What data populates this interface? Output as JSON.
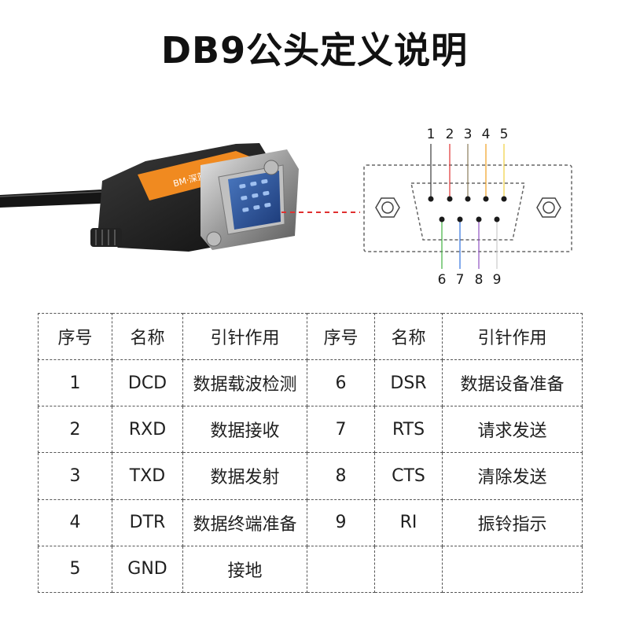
{
  "title": "DB9公头定义说明",
  "diagram": {
    "top_pins": [
      "1",
      "2",
      "3",
      "4",
      "5"
    ],
    "bottom_pins": [
      "6",
      "7",
      "8",
      "9"
    ],
    "wire_colors": {
      "1": "#3a3a3a",
      "2": "#e03030",
      "3": "#8a7a5a",
      "4": "#f0a020",
      "5": "#f0d040",
      "6": "#40b040",
      "7": "#3070e0",
      "8": "#9050c0",
      "9": "#cccccc"
    },
    "link_color": "#e03030",
    "cable_brand_text": "BM·深蓝"
  },
  "table": {
    "headers": [
      "序号",
      "名称",
      "引针作用",
      "序号",
      "名称",
      "引针作用"
    ],
    "rows": [
      [
        "1",
        "DCD",
        "数据载波检测",
        "6",
        "DSR",
        "数据设备准备"
      ],
      [
        "2",
        "RXD",
        "数据接收",
        "7",
        "RTS",
        "请求发送"
      ],
      [
        "3",
        "TXD",
        "数据发射",
        "8",
        "CTS",
        "清除发送"
      ],
      [
        "4",
        "DTR",
        "数据终端准备",
        "9",
        "RI",
        "振铃指示"
      ],
      [
        "5",
        "GND",
        "接地",
        "",
        "",
        ""
      ]
    ]
  }
}
